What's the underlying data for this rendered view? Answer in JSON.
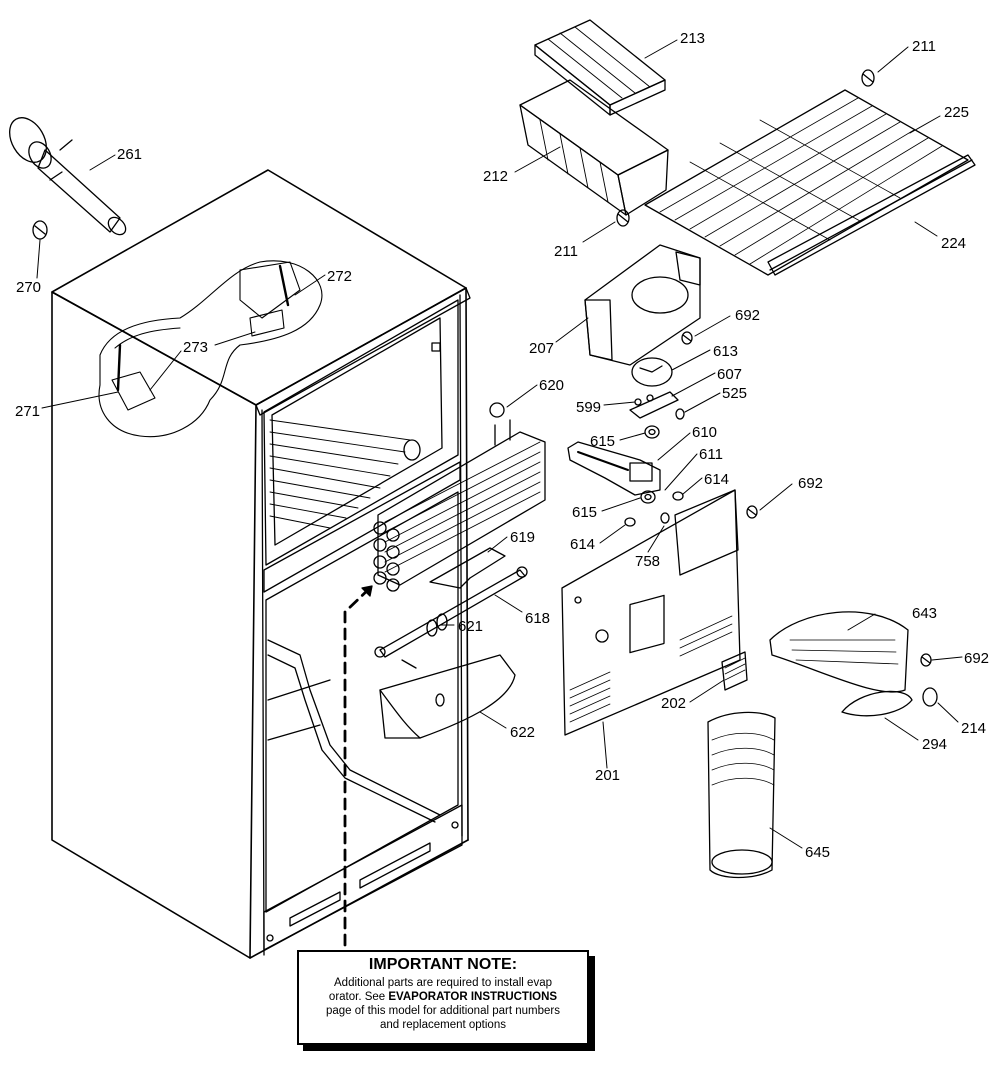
{
  "diagram": {
    "part_labels": {
      "p213": "213",
      "p211a": "211",
      "p225": "225",
      "p212": "212",
      "p261": "261",
      "p211b": "211",
      "p224": "224",
      "p270": "270",
      "p272": "272",
      "p207": "207",
      "p692a": "692",
      "p273": "273",
      "p613": "613",
      "p607": "607",
      "p620": "620",
      "p599": "599",
      "p525": "525",
      "p271": "271",
      "p610": "610",
      "p615a": "615",
      "p611": "611",
      "p614a": "614",
      "p692b": "692",
      "p615b": "615",
      "p614b": "614",
      "p758": "758",
      "p619": "619",
      "p618": "618",
      "p621": "621",
      "p643": "643",
      "p692c": "692",
      "p202": "202",
      "p214": "214",
      "p622": "622",
      "p294": "294",
      "p201": "201",
      "p645": "645"
    },
    "important_note": {
      "title": "IMPORTANT NOTE:",
      "line1": "Additional parts are required to install evap",
      "line2_pre": "orator.  See ",
      "line2_bold": "EVAPORATOR INSTRUCTIONS",
      "line3": "page of this model for additional part numbers",
      "line4": "and replacement options"
    }
  }
}
